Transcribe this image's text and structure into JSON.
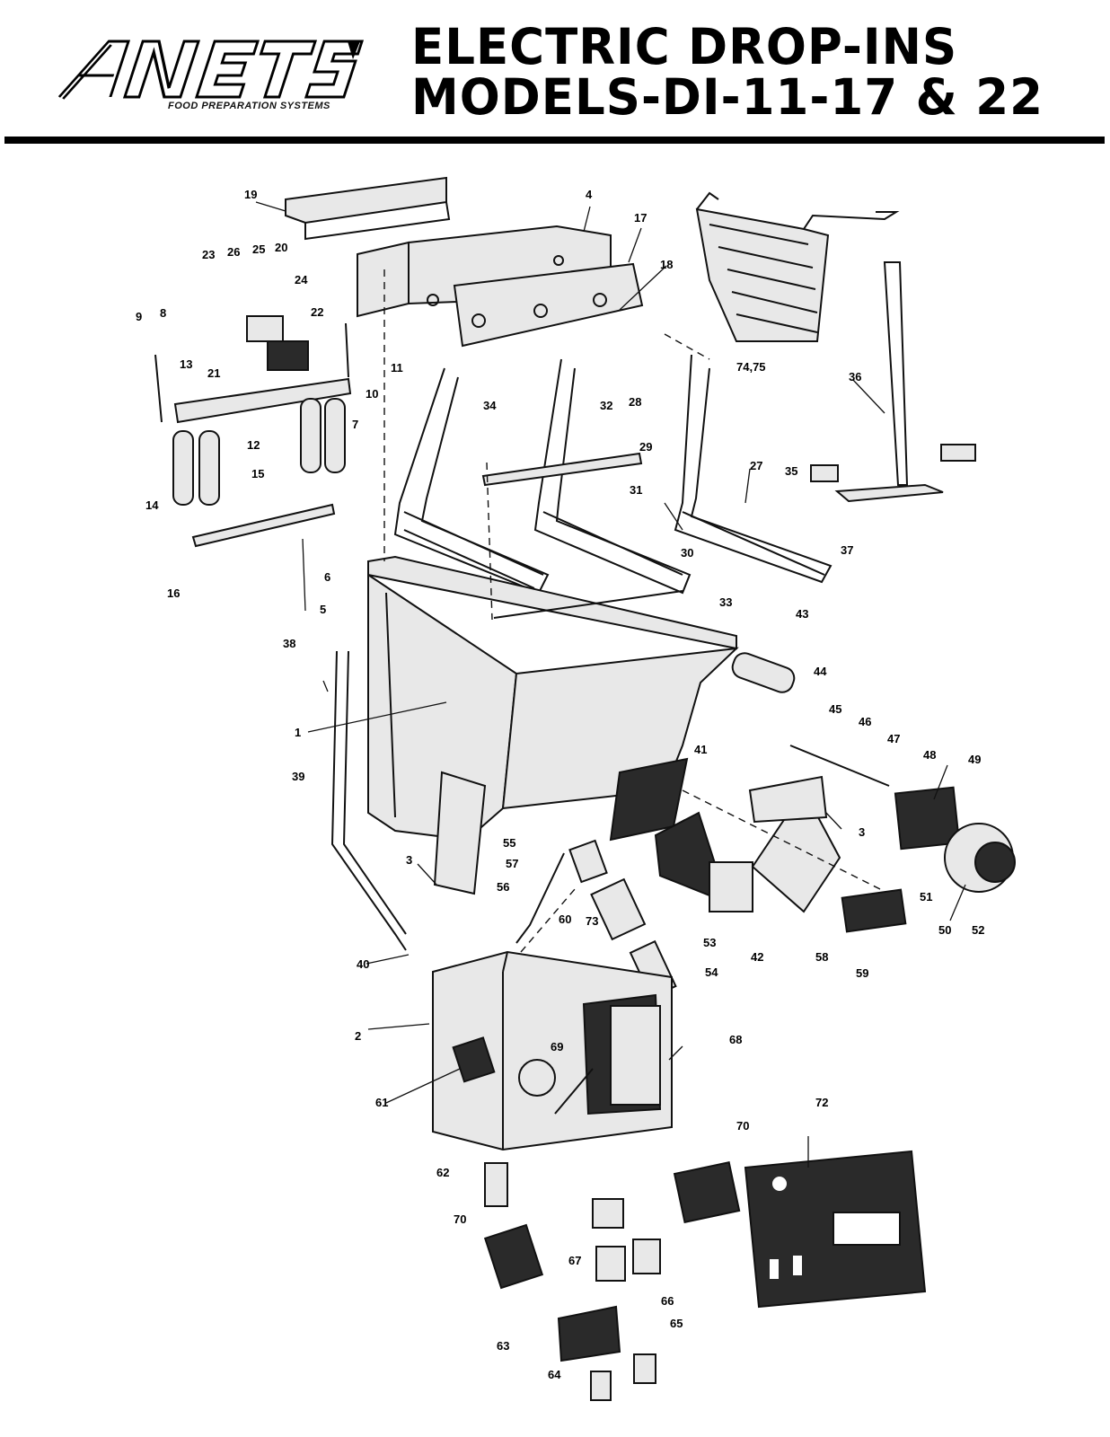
{
  "header": {
    "logo_text": "ANETS",
    "logo_tagline": "FOOD PREPARATION SYSTEMS",
    "title_line1": "ELECTRIC DROP-INS",
    "title_line2": "MODELS-DI-11-17 & 22"
  },
  "diagram": {
    "callouts": [
      "1",
      "2",
      "3",
      "3",
      "4",
      "5",
      "6",
      "7",
      "8",
      "9",
      "10",
      "11",
      "12",
      "13",
      "14",
      "15",
      "16",
      "17",
      "18",
      "19",
      "20",
      "21",
      "22",
      "23",
      "24",
      "25",
      "26",
      "27",
      "28",
      "29",
      "30",
      "31",
      "32",
      "33",
      "34",
      "35",
      "36",
      "37",
      "38",
      "39",
      "40",
      "41",
      "42",
      "43",
      "44",
      "45",
      "46",
      "47",
      "48",
      "49",
      "50",
      "51",
      "52",
      "53",
      "54",
      "55",
      "56",
      "57",
      "58",
      "59",
      "60",
      "61",
      "62",
      "63",
      "64",
      "65",
      "66",
      "67",
      "68",
      "69",
      "70",
      "70",
      "72",
      "73",
      "74,75"
    ]
  }
}
